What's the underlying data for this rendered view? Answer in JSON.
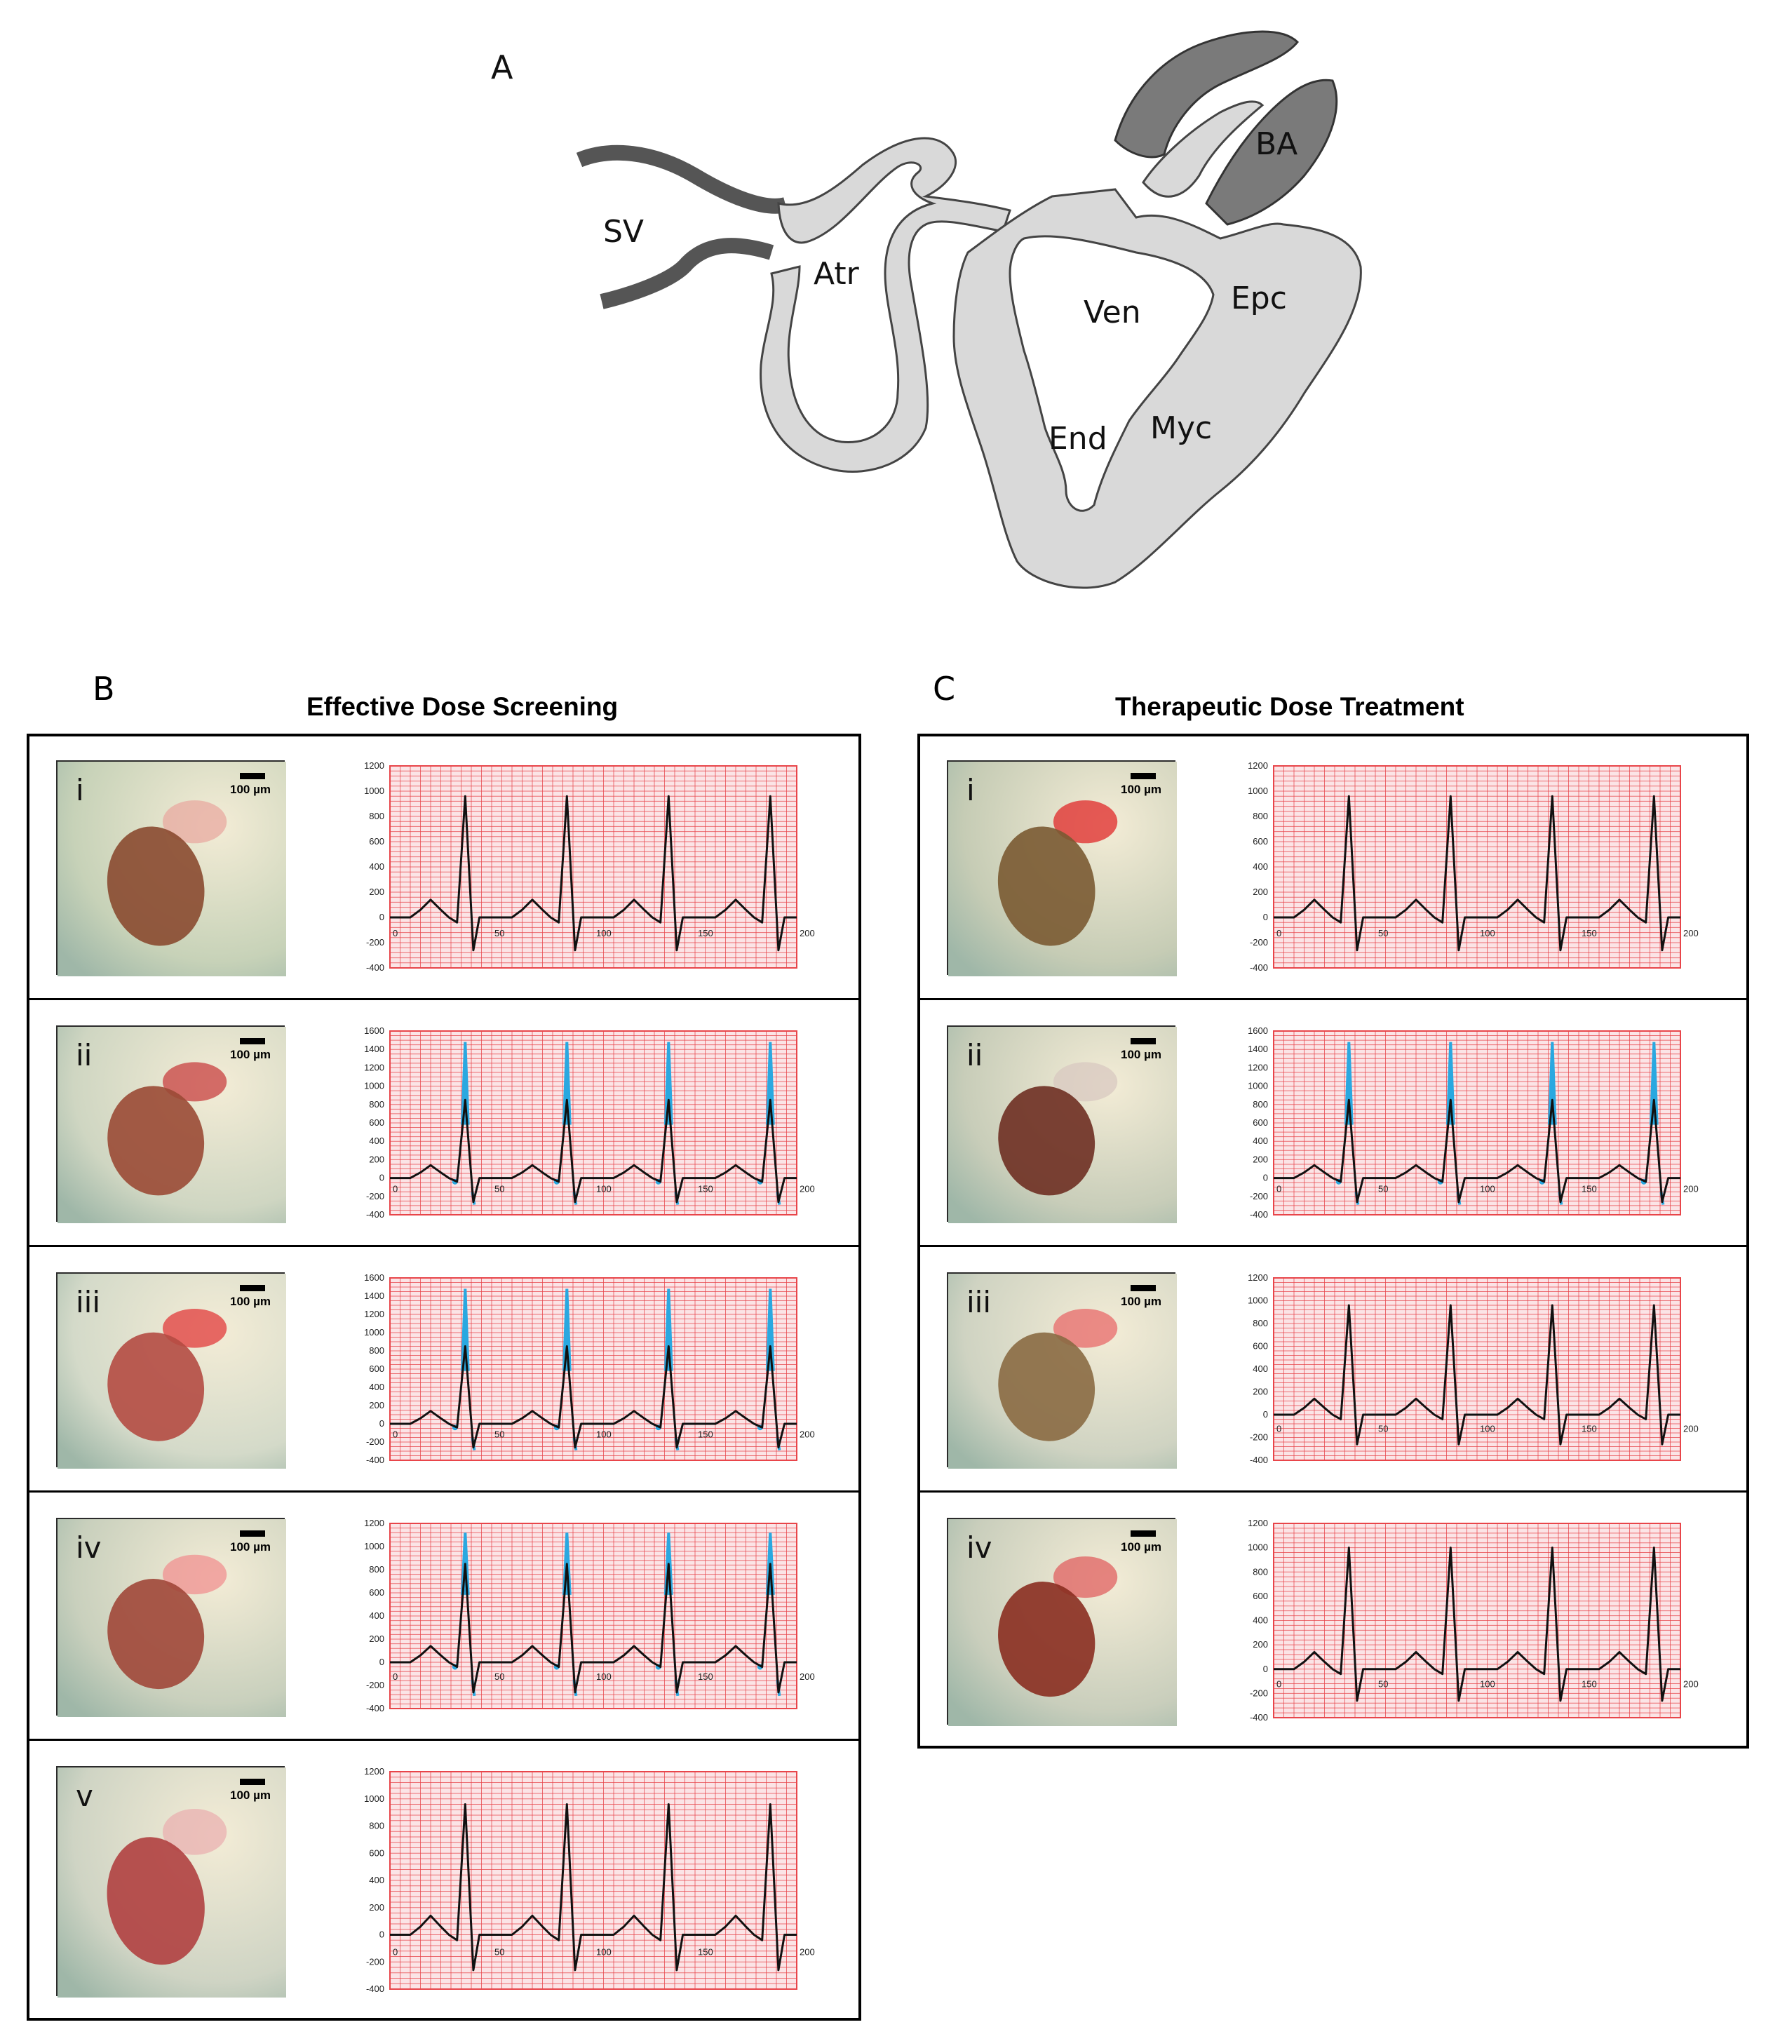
{
  "panel_a": {
    "letter": "A",
    "labels": {
      "sv": "SV",
      "atr": "Atr",
      "ba": "BA",
      "ven": "Ven",
      "epc": "Epc",
      "end": "End",
      "myc": "Myc"
    }
  },
  "panel_b": {
    "letter": "B",
    "title": "Effective Dose Screening",
    "scale_label": "100 µm",
    "rows": [
      {
        "numeral": "i"
      },
      {
        "numeral": "ii"
      },
      {
        "numeral": "iii"
      },
      {
        "numeral": "iv"
      },
      {
        "numeral": "v"
      }
    ]
  },
  "panel_c": {
    "letter": "C",
    "title": "Therapeutic Dose Treatment",
    "scale_label": "100 µm",
    "rows": [
      {
        "numeral": "i"
      },
      {
        "numeral": "ii"
      },
      {
        "numeral": "iii"
      },
      {
        "numeral": "iv"
      }
    ]
  },
  "colors": {
    "grid": "#e8454a",
    "grid_bg": "#fbe4e6",
    "trace": "#111111",
    "highlight": "#2aa8e0"
  },
  "chart_data": [
    {
      "panel": "B-i",
      "type": "line",
      "ylim": [
        -400,
        1200
      ],
      "yticks": [
        -400,
        -200,
        0,
        200,
        400,
        600,
        800,
        1000,
        1200
      ],
      "xlim": [
        0,
        200
      ],
      "xticks": [
        0,
        50,
        100,
        150,
        200
      ],
      "r_peak": 960,
      "beat_starts": [
        15,
        65,
        115,
        165
      ],
      "highlight": false
    },
    {
      "panel": "B-ii",
      "type": "line",
      "ylim": [
        -400,
        1600
      ],
      "yticks": [
        -400,
        -200,
        0,
        200,
        400,
        600,
        800,
        1000,
        1200,
        1400,
        1600
      ],
      "xlim": [
        0,
        200
      ],
      "xticks": [
        0,
        50,
        100,
        150,
        200
      ],
      "r_peak": 850,
      "highlight_peak": 1480,
      "beat_starts": [
        15,
        65,
        115,
        165
      ],
      "highlight": true
    },
    {
      "panel": "B-iii",
      "type": "line",
      "ylim": [
        -400,
        1600
      ],
      "yticks": [
        -400,
        -200,
        0,
        200,
        400,
        600,
        800,
        1000,
        1200,
        1400,
        1600
      ],
      "xlim": [
        0,
        200
      ],
      "xticks": [
        0,
        50,
        100,
        150,
        200
      ],
      "r_peak": 850,
      "highlight_peak": 1480,
      "beat_starts": [
        15,
        65,
        115,
        165
      ],
      "highlight": true
    },
    {
      "panel": "B-iv",
      "type": "line",
      "ylim": [
        -400,
        1200
      ],
      "yticks": [
        -400,
        -200,
        0,
        200,
        400,
        600,
        800,
        1000,
        1200
      ],
      "xlim": [
        0,
        200
      ],
      "xticks": [
        0,
        50,
        100,
        150,
        200
      ],
      "r_peak": 850,
      "highlight_peak": 1120,
      "beat_starts": [
        15,
        65,
        115,
        165
      ],
      "highlight": true
    },
    {
      "panel": "B-v",
      "type": "line",
      "ylim": [
        -400,
        1200
      ],
      "yticks": [
        -400,
        -200,
        0,
        200,
        400,
        600,
        800,
        1000,
        1200
      ],
      "xlim": [
        0,
        200
      ],
      "xticks": [
        0,
        50,
        100,
        150,
        200
      ],
      "r_peak": 960,
      "beat_starts": [
        15,
        65,
        115,
        165
      ],
      "highlight": false
    },
    {
      "panel": "C-i",
      "type": "line",
      "ylim": [
        -400,
        1200
      ],
      "yticks": [
        -400,
        -200,
        0,
        200,
        400,
        600,
        800,
        1000,
        1200
      ],
      "xlim": [
        0,
        200
      ],
      "xticks": [
        0,
        50,
        100,
        150,
        200
      ],
      "r_peak": 960,
      "beat_starts": [
        15,
        65,
        115,
        165
      ],
      "highlight": false
    },
    {
      "panel": "C-ii",
      "type": "line",
      "ylim": [
        -400,
        1600
      ],
      "yticks": [
        -400,
        -200,
        0,
        200,
        400,
        600,
        800,
        1000,
        1200,
        1400,
        1600
      ],
      "xlim": [
        0,
        200
      ],
      "xticks": [
        0,
        50,
        100,
        150,
        200
      ],
      "r_peak": 850,
      "highlight_peak": 1480,
      "beat_starts": [
        15,
        65,
        115,
        165
      ],
      "highlight": true
    },
    {
      "panel": "C-iii",
      "type": "line",
      "ylim": [
        -400,
        1200
      ],
      "yticks": [
        -400,
        -200,
        0,
        200,
        400,
        600,
        800,
        1000,
        1200
      ],
      "xlim": [
        0,
        200
      ],
      "xticks": [
        0,
        50,
        100,
        150,
        200
      ],
      "r_peak": 960,
      "beat_starts": [
        15,
        65,
        115,
        165
      ],
      "highlight": false
    },
    {
      "panel": "C-iv",
      "type": "line",
      "ylim": [
        -400,
        1200
      ],
      "yticks": [
        -400,
        -200,
        0,
        200,
        400,
        600,
        800,
        1000,
        1200
      ],
      "xlim": [
        0,
        200
      ],
      "xticks": [
        0,
        50,
        100,
        150,
        200
      ],
      "r_peak": 1000,
      "beat_starts": [
        15,
        65,
        115,
        165
      ],
      "highlight": false
    }
  ]
}
